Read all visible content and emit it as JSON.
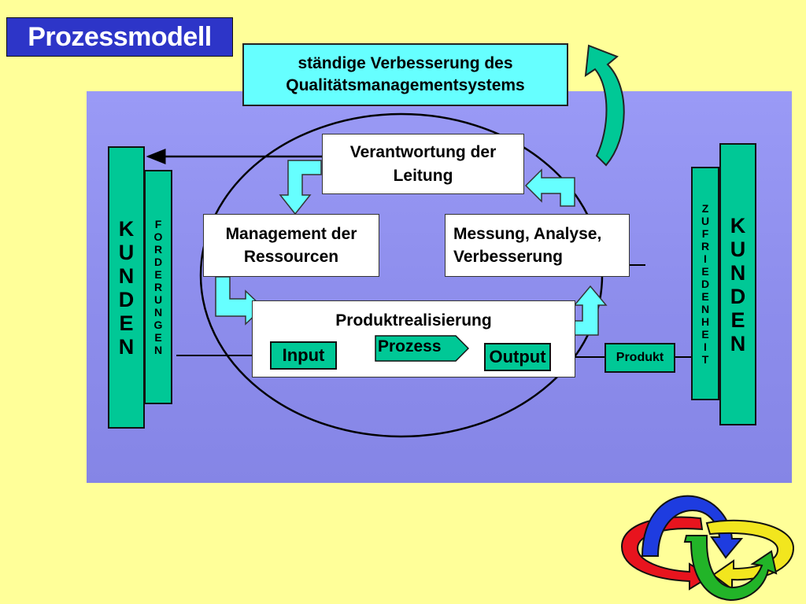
{
  "title": "Prozessmodell",
  "improvement": {
    "line1": "ständige Verbesserung des",
    "line2": "Qualitätsmanagementsystems"
  },
  "boxes": {
    "verantwortung": {
      "line1": "Verantwortung der",
      "line2": "Leitung"
    },
    "management": {
      "line1": "Management der",
      "line2": "Ressourcen"
    },
    "messung": {
      "line1": "Messung, Analyse,",
      "line2": "Verbesserung"
    },
    "produktrealisierung": "Produktrealisierung"
  },
  "flow": {
    "input": "Input",
    "prozess": "Prozess",
    "output": "Output",
    "produkt": "Produkt"
  },
  "left_customers": [
    "K",
    "U",
    "N",
    "D",
    "E",
    "N"
  ],
  "left_requirements": [
    "F",
    "O",
    "R",
    "D",
    "E",
    "R",
    "U",
    "N",
    "G",
    "E",
    "N"
  ],
  "right_satisfaction": [
    "Z",
    "U",
    "F",
    "R",
    "I",
    "E",
    "D",
    "E",
    "N",
    "H",
    "E",
    "I",
    "T"
  ],
  "right_customers": [
    "K",
    "U",
    "N",
    "D",
    "E",
    "N"
  ],
  "colors": {
    "background": "#FFFF99",
    "title_bg": "#2D35C8",
    "panel": "#9090F0",
    "green": "#00C896",
    "cyan": "#66FFFF"
  }
}
